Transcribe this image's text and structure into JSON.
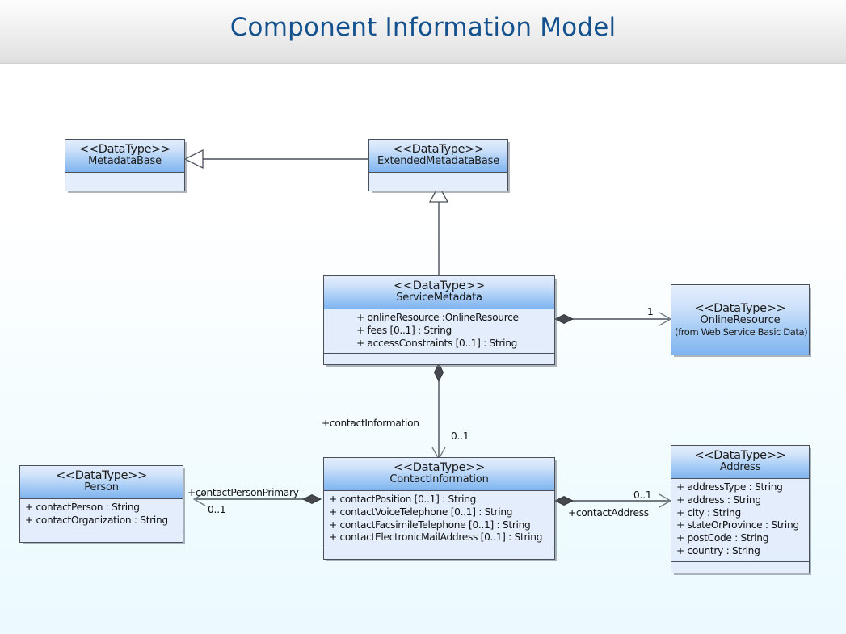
{
  "header": {
    "title": "Component Information Model",
    "title_color": "#14528f",
    "band_color": "#e2e2e2"
  },
  "canvas": {
    "background_top": "#ffffff",
    "background_bottom": "#ecfaff"
  },
  "style": {
    "class_header_gradient_top": "#e3eefc",
    "class_header_gradient_bottom": "#7fb4ef",
    "class_body_color": "#e3edfb",
    "border_color": "#4a4f59"
  },
  "classes": [
    {
      "id": "metadatabase",
      "stereotype": "<<DataType>>",
      "name": "MetadataBase",
      "from": "",
      "attributes": []
    },
    {
      "id": "extendedmetadatabase",
      "stereotype": "<<DataType>>",
      "name": "ExtendedMetadataBase",
      "from": "",
      "attributes": []
    },
    {
      "id": "servicemetadata",
      "stereotype": "<<DataType>>",
      "name": "ServiceMetadata",
      "from": "",
      "attributes": [
        "+ onlineResource :OnlineResource",
        "+ fees [0..1] : String",
        "+ accessConstraints [0..1] : String"
      ]
    },
    {
      "id": "onlineresource",
      "stereotype": "<<DataType>>",
      "name": "OnlineResource",
      "from": "(from Web Service Basic Data)",
      "attributes": []
    },
    {
      "id": "contactinformation",
      "stereotype": "<<DataType>>",
      "name": "ContactInformation",
      "from": "",
      "attributes": [
        "+ contactPosition [0..1] : String",
        "+ contactVoiceTelephone [0..1] : String",
        "+ contactFacsimileTelephone [0..1] : String",
        "+ contactElectronicMailAddress [0..1] : String"
      ]
    },
    {
      "id": "person",
      "stereotype": "<<DataType>>",
      "name": "Person",
      "from": "",
      "attributes": [
        "+ contactPerson : String",
        "+ contactOrganization : String"
      ]
    },
    {
      "id": "address",
      "stereotype": "<<DataType>>",
      "name": "Address",
      "from": "",
      "attributes": [
        "+ addressType : String",
        "+ address : String",
        "+ city : String",
        "+ stateOrProvince : String",
        "+ postCode : String",
        "+ country : String"
      ]
    }
  ],
  "relationships": [
    {
      "id": "gen-extended-to-metadatabase",
      "type": "generalization",
      "source": "ExtendedMetadataBase",
      "target": "MetadataBase",
      "role": "",
      "multiplicity": ""
    },
    {
      "id": "gen-servicemetadata-to-extended",
      "type": "generalization",
      "source": "ServiceMetadata",
      "target": "ExtendedMetadataBase",
      "role": "",
      "multiplicity": ""
    },
    {
      "id": "assoc-servicemetadata-onlineresource",
      "type": "composition",
      "source": "ServiceMetadata",
      "target": "OnlineResource",
      "role": "",
      "multiplicity": "1"
    },
    {
      "id": "assoc-servicemetadata-contactinformation",
      "type": "composition",
      "source": "ServiceMetadata",
      "target": "ContactInformation",
      "role": "+contactInformation",
      "multiplicity": "0..1"
    },
    {
      "id": "assoc-contactinformation-person",
      "type": "composition",
      "source": "ContactInformation",
      "target": "Person",
      "role": "+contactPersonPrimary",
      "multiplicity": "0..1"
    },
    {
      "id": "assoc-contactinformation-address",
      "type": "composition",
      "source": "ContactInformation",
      "target": "Address",
      "role": "+contactAddress",
      "multiplicity": "0..1"
    }
  ]
}
